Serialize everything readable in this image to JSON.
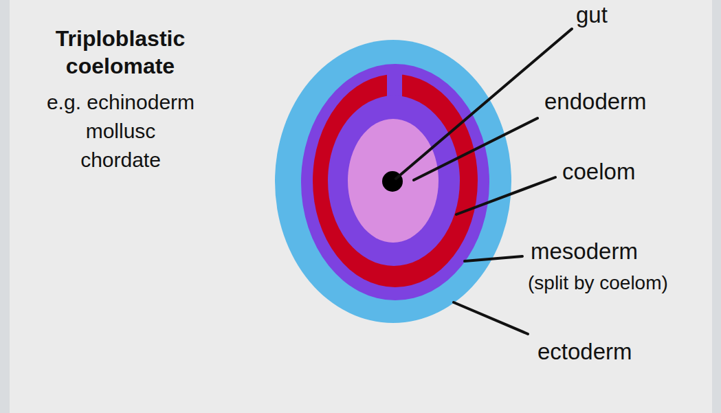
{
  "diagram": {
    "title": "Triploblastic coelomate",
    "labels": [
      "e.g. echinoderm mollusc chordate",
      "gut",
      "endoderm",
      "coelom",
      "mesoderm",
      "(split by coelom)",
      "ectoderm"
    ]
  }
}
